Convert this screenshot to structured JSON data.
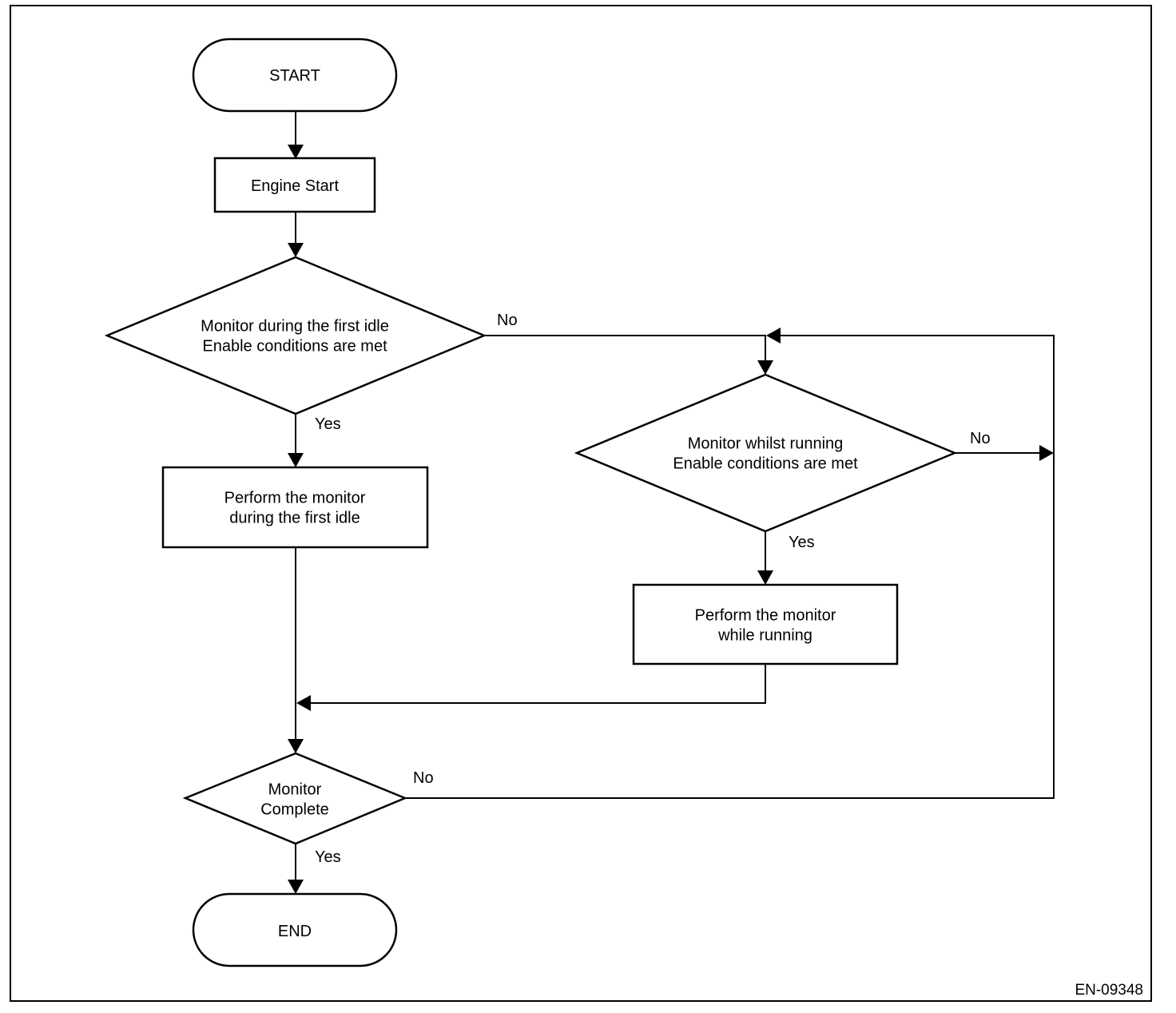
{
  "nodes": {
    "start": [
      "START"
    ],
    "engine_start": [
      "Engine Start"
    ],
    "decision_idle": [
      "Monitor during the first idle",
      "Enable conditions are met"
    ],
    "perform_idle": [
      "Perform the monitor",
      "during the first idle"
    ],
    "decision_running": [
      "Monitor whilst running",
      "Enable conditions are met"
    ],
    "perform_running": [
      "Perform the monitor",
      "while running"
    ],
    "decision_complete": [
      "Monitor",
      "Complete"
    ],
    "end": [
      "END"
    ]
  },
  "edge_labels": {
    "idle_no": "No",
    "idle_yes": "Yes",
    "running_no": "No",
    "running_yes": "Yes",
    "complete_no": "No",
    "complete_yes": "Yes"
  },
  "figure_id": "EN-09348"
}
